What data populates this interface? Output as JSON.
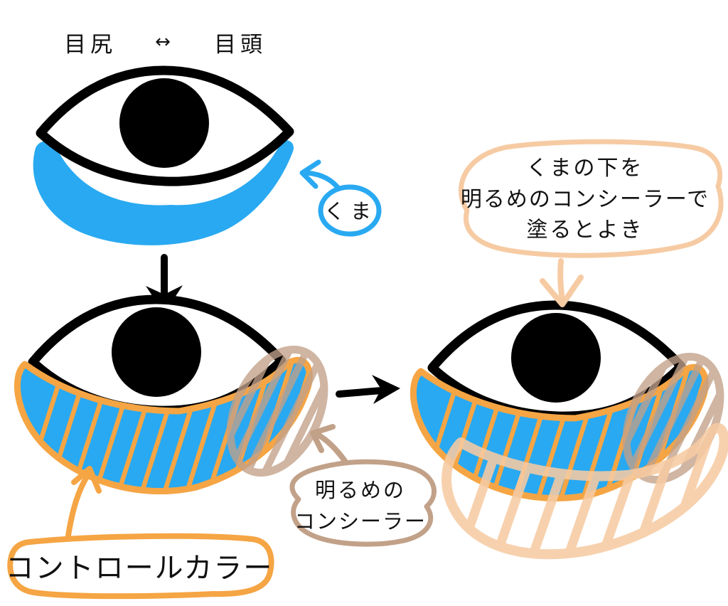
{
  "figure": {
    "top_axis": {
      "left_label": "目尻",
      "arrow": "↔",
      "right_label": "目頭"
    },
    "kuma_callout": {
      "label": "くま"
    },
    "tip_bubble": {
      "line1": "くまの下を",
      "line2": "明るめのコンシーラーで",
      "line3": "塗るとよき"
    },
    "concealer_bubble": {
      "line1": "明るめの",
      "line2": "コンシーラー"
    },
    "control_color_box": {
      "label": "コントロールカラー"
    }
  },
  "colors": {
    "ink_black": "#000000",
    "kuma_blue": "#29A9F1",
    "control_color_orange": "#F5A544",
    "concealer_tan": "#C2A189",
    "concealer_peach": "#F6CBA3"
  }
}
